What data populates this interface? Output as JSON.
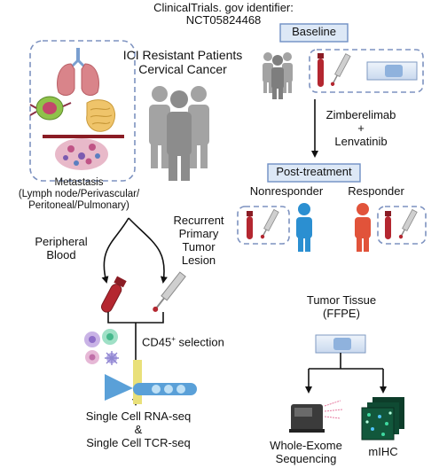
{
  "header": {
    "line1": "ClinicalTrials. gov identifier:",
    "line2": "NCT05824468"
  },
  "left": {
    "cohort_line1": "ICI Resistant Patients",
    "cohort_line2": "Cervical Cancer",
    "metastasis_title": "Metastasis",
    "metastasis_sites_line1": "(Lymph node/Perivascular/",
    "metastasis_sites_line2": "Peritoneal/Pulmonary)",
    "peripheral_line1": "Peripheral",
    "peripheral_line2": "Blood",
    "lesion_line1": "Recurrent",
    "lesion_line2": "Primary",
    "lesion_line3": "Tumor",
    "lesion_line4": "Lesion",
    "selection_label": "CD45",
    "selection_sup": "+",
    "selection_suffix": " selection",
    "scrna_line1": "Single Cell RNA-seq",
    "scrna_amp": "&",
    "scrna_line2": "Single Cell TCR-seq"
  },
  "right": {
    "baseline": "Baseline",
    "drug_line1": "Zimberelimab",
    "drug_plus": "+",
    "drug_line2": "Lenvatinib",
    "post_treatment": "Post-treatment",
    "nonresponder": "Nonresponder",
    "responder": "Responder",
    "tissue_line1": "Tumor Tissue",
    "tissue_line2": "(FFPE)",
    "wes_line1": "Whole-Exome",
    "wes_line2": "Sequencing",
    "mihc": "mIHC"
  },
  "colors": {
    "box_fill": "#dde8f6",
    "box_border": "#6f8fc4",
    "dashed": "#7d92c0",
    "person_gray": "#8c8c8c",
    "nonresponder_blue": "#2b8fd1",
    "responder_red": "#e1533a",
    "blood_red": "#a8202b"
  },
  "icons": [
    "lung-icon",
    "lymph-node-icon",
    "peritoneum-icon",
    "vessel-icon",
    "patients-icon",
    "blood-tube-icon",
    "biopsy-needle-icon",
    "slide-icon",
    "cells-icon",
    "chip-icon",
    "sequencer-icon",
    "mihc-icon"
  ]
}
